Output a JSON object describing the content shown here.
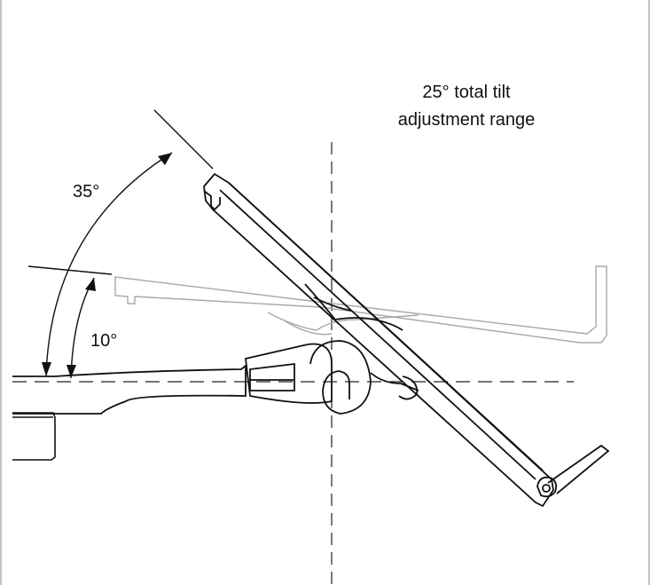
{
  "labels": {
    "tilt_range_line1": "25° total tilt",
    "tilt_range_line2": "adjustment range",
    "angle_upper": "35°",
    "angle_lower": "10°"
  },
  "colors": {
    "ink": "#111111",
    "faded_ink": "#a8a8a8",
    "frame": "#c4c4c4"
  }
}
